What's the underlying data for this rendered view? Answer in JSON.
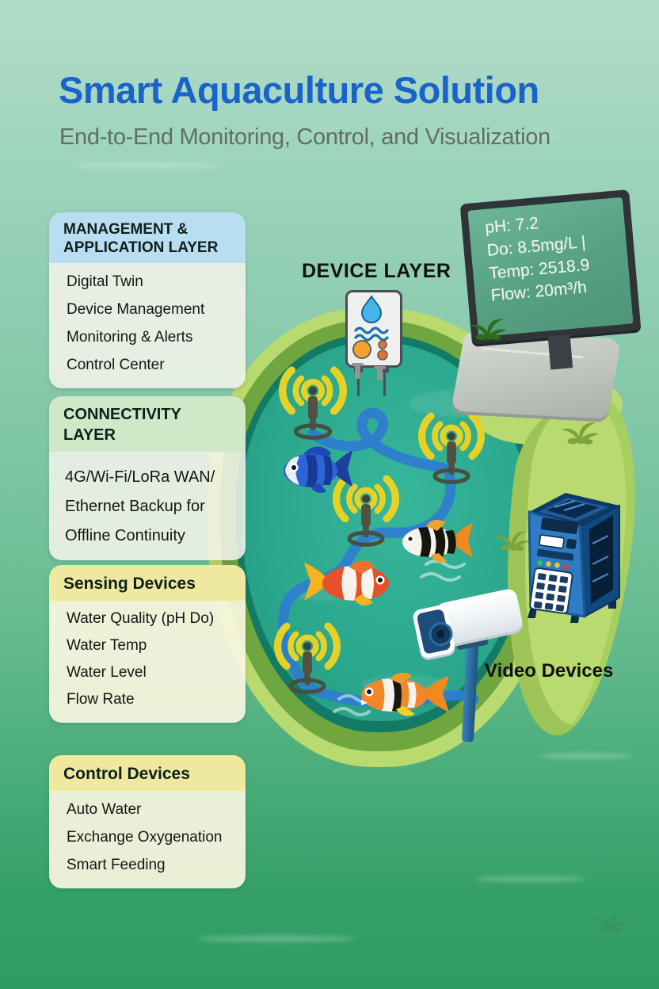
{
  "title": "Smart Aquaculture Solution",
  "subtitle": "End-to-End Monitoring, Control, and Visualization",
  "panels": {
    "management": {
      "header_line1": "MANAGEMENT &",
      "header_line2": "APPLICATION LAYER",
      "items": [
        "Digital Twin",
        "Device Management",
        "Monitoring & Alerts",
        "Control Center"
      ]
    },
    "connectivity": {
      "header": "CONNECTIVITY LAYER",
      "lines": [
        "4G/Wi-Fi/LoRa WAN/",
        "Ethernet Backup for",
        "Offline Continuity"
      ]
    },
    "sensing": {
      "header": "Sensing Devices",
      "items": [
        "Water Quality (pH Do)",
        "Water Temp",
        "Water Level",
        "Flow Rate"
      ]
    },
    "control": {
      "header": "Control Devices",
      "items": [
        "Auto Water",
        "Exchange Oxygenation",
        "Smart Feeding"
      ]
    }
  },
  "scene": {
    "device_layer_label": "DEVICE LAYER",
    "video_devices_label": "Video Devices",
    "monitor_readings": [
      "pH: 7.2",
      "Do: 8.5mg/L |",
      "Temp: 2518.9",
      "Flow: 20m³/h"
    ]
  },
  "colors": {
    "title_blue": "#1a63c9",
    "subtitle_gray": "#5f6e69",
    "header_blue": "#badef1",
    "header_green": "#cfe9c8",
    "header_yellow": "#efe9a0",
    "water_teal": "#2ba88e",
    "pond_green": "#6fa63f",
    "pond_rim_green": "#b9da6e",
    "cable_blue": "#2e7ed0",
    "sensor_yellow": "#e6d226",
    "screen_green": "#57a083",
    "cabinet_blue": "#2f7cc4"
  }
}
